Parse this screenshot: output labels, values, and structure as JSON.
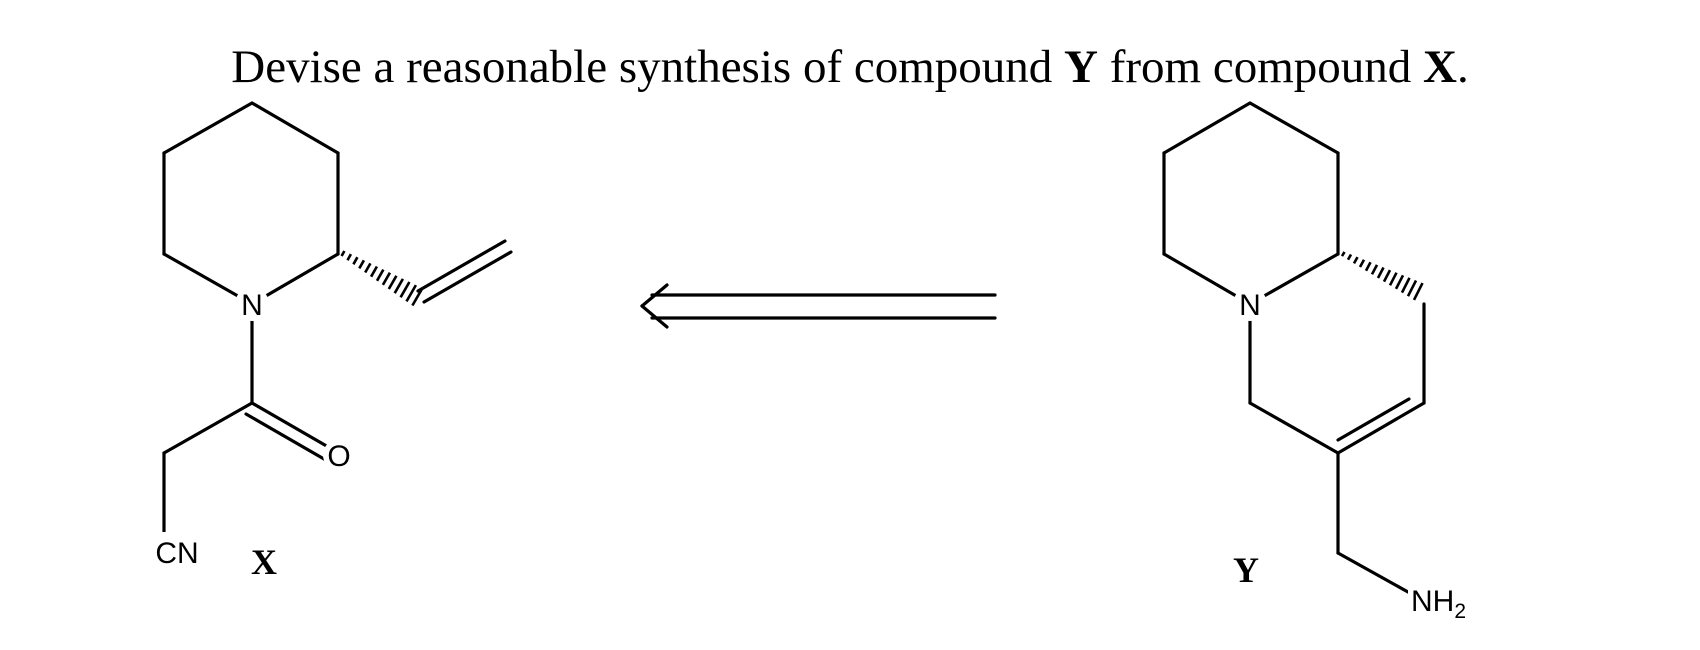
{
  "question": {
    "text_1": "Devise a reasonable synthesis of compound ",
    "bold_1": "Y",
    "text_2": " from compound ",
    "bold_2": "X",
    "text_3": "."
  },
  "compound_x": {
    "label": "X",
    "atoms": {
      "nitrogen": "N",
      "oxygen": "O",
      "nitrile": "CN"
    }
  },
  "compound_y": {
    "label": "Y",
    "atoms": {
      "nitrogen": "N",
      "amine": "NH",
      "amine_subscript": "2"
    }
  },
  "arrow": {
    "meaning": "retrosynthetic",
    "direction": "left"
  }
}
